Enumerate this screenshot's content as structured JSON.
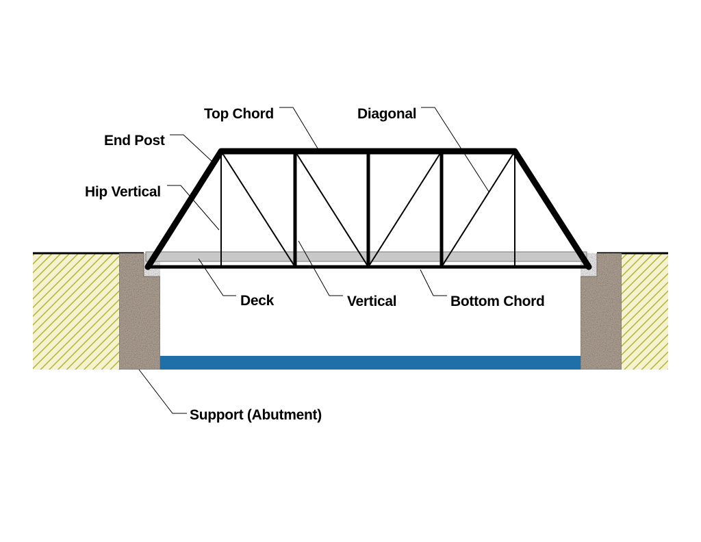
{
  "labels": {
    "top_chord": "Top Chord",
    "diagonal": "Diagonal",
    "end_post": "End Post",
    "hip_vertical": "Hip Vertical",
    "deck": "Deck",
    "vertical": "Vertical",
    "bottom_chord": "Bottom Chord",
    "support": "Support (Abutment)"
  },
  "colors": {
    "truss": "#000000",
    "deck": "#c8c8c8",
    "water": "#1f6fa8",
    "abutment": "#b8aa9c",
    "earth_hatch": "#b5b236",
    "earth_bg": "#f4f2cf"
  }
}
